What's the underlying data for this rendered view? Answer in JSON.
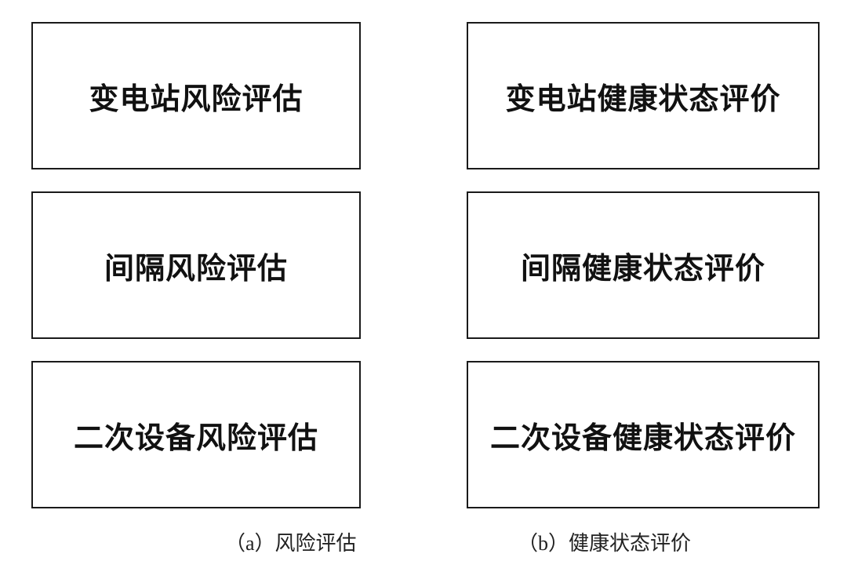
{
  "diagram": {
    "columns": [
      {
        "id": "a",
        "caption": "（a）风险评估",
        "boxes": [
          "变电站风险评估",
          "间隔风险评估",
          "二次设备风险评估"
        ]
      },
      {
        "id": "b",
        "caption": "（b）健康状态评价",
        "boxes": [
          "变电站健康状态评价",
          "间隔健康状态评价",
          "二次设备健康状态评价"
        ]
      }
    ]
  }
}
